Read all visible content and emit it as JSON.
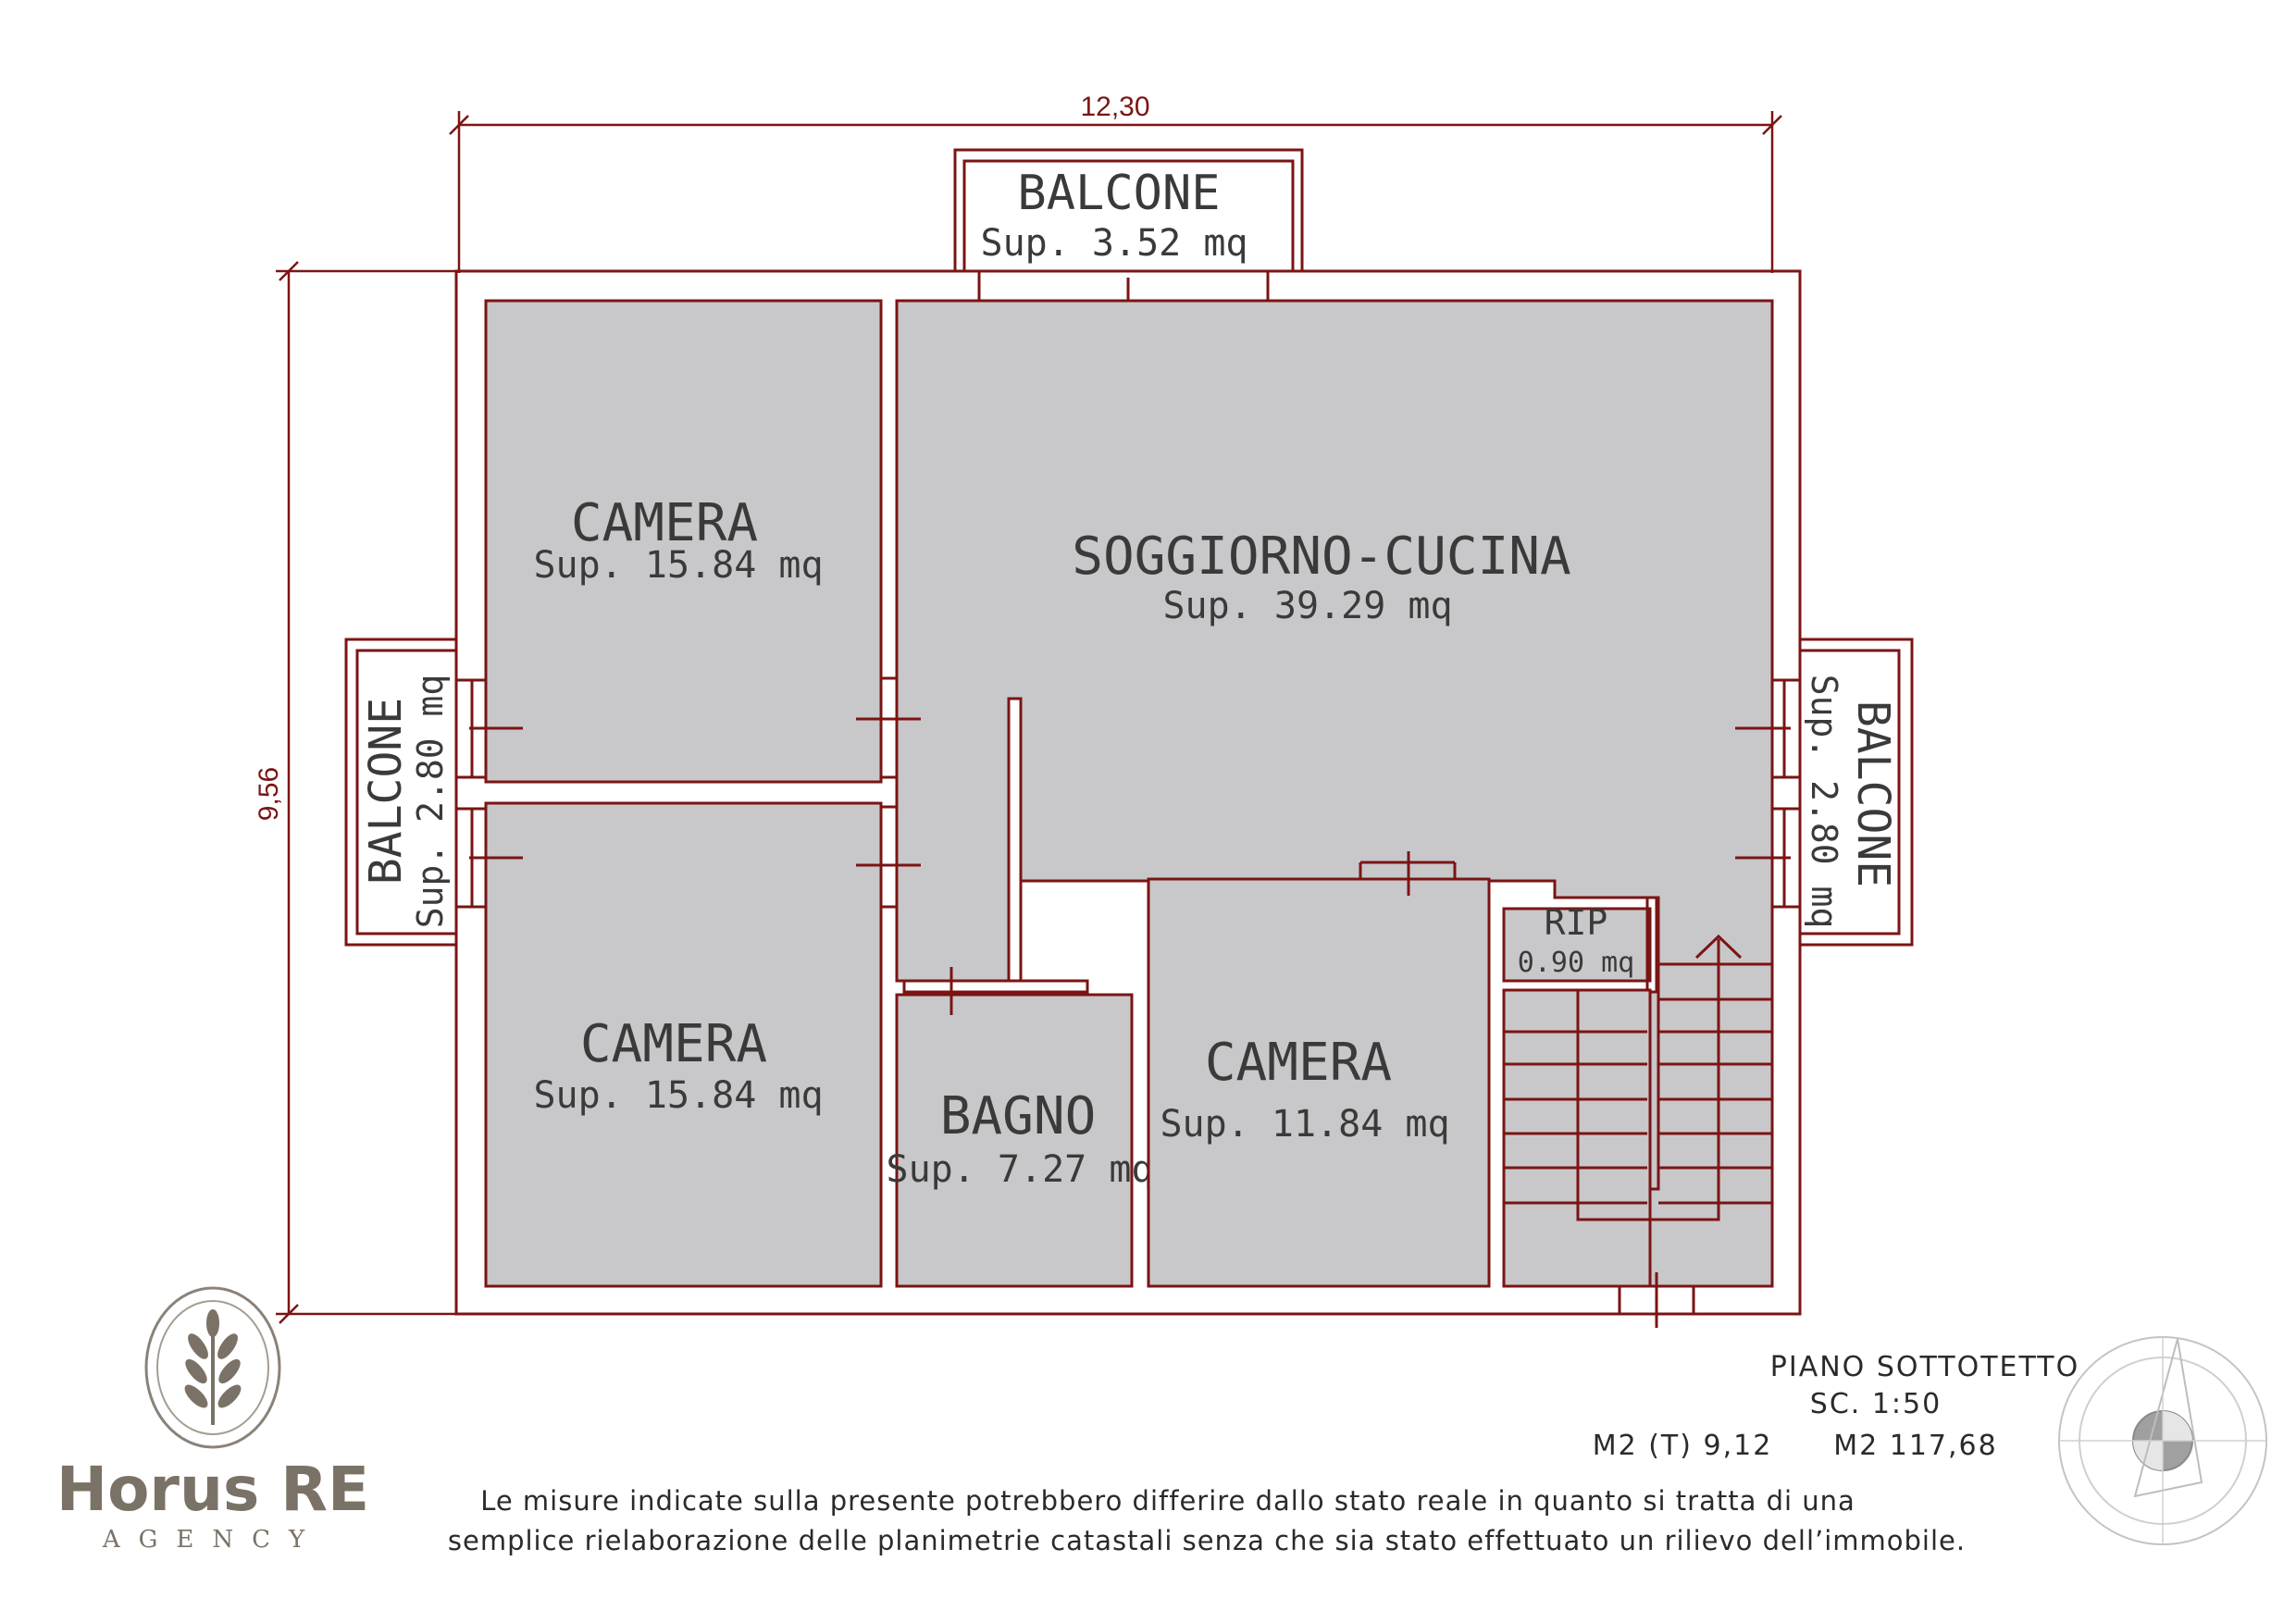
{
  "dimensions": {
    "width": "12,30",
    "height": "9,56"
  },
  "rooms": {
    "balcone_top": {
      "name": "BALCONE",
      "area": "Sup. 3.52 mq"
    },
    "balcone_left": {
      "name": "BALCONE",
      "area": "Sup. 2.80 mq"
    },
    "balcone_right": {
      "name": "BALCONE",
      "area": "Sup. 2.80 mq"
    },
    "camera_top_left": {
      "name": "CAMERA",
      "area": "Sup. 15.84 mq"
    },
    "camera_bottom_left": {
      "name": "CAMERA",
      "area": "Sup. 15.84 mq"
    },
    "soggiorno": {
      "name": "SOGGIORNO-CUCINA",
      "area": "Sup. 39.29 mq"
    },
    "bagno": {
      "name": "BAGNO",
      "area": "Sup. 7.27 mq"
    },
    "camera_mid": {
      "name": "CAMERA",
      "area": "Sup. 11.84 mq"
    },
    "rip": {
      "name": "RIP",
      "area": "0.90 mq"
    }
  },
  "info": {
    "floor": "PIANO SOTTOTETTO",
    "scale": "SC.   1:50",
    "m2t": "M2 (T) 9,12",
    "m2": "M2 117,68"
  },
  "logo": {
    "brand": "Horus RE",
    "sub": "AGENCY"
  },
  "disclaimer": {
    "line1": "Le misure indicate sulla presente potrebbero differire dallo stato reale in quanto si tratta di una",
    "line2": "semplice rielaborazione delle planimetrie catastali senza che sia stato effettuato un rilievo dell’immobile."
  },
  "colors": {
    "wall": "#7b1414",
    "room_fill": "#c8c8ca",
    "logo": "#7a7266"
  }
}
